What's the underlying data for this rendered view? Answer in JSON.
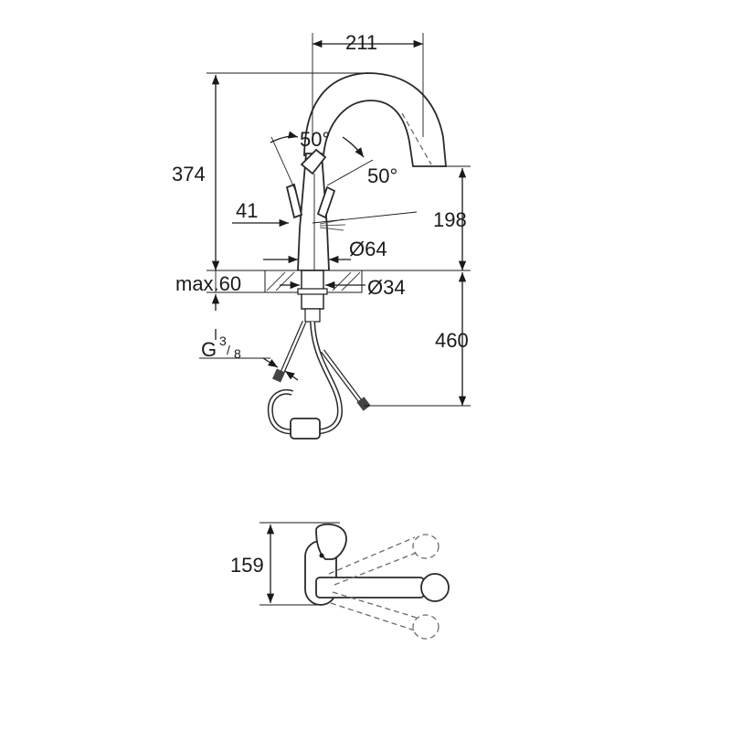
{
  "dimensions": {
    "spout_reach": "211",
    "total_height": "374",
    "spout_height": "198",
    "lever_offset": "41",
    "base_diameter": "Ø64",
    "max_counter_thickness": "max.60",
    "hole_diameter": "Ø34",
    "hose_length": "460",
    "connection_thread": "G",
    "connection_thread_num": "3",
    "connection_thread_den": "8",
    "lever_angle_left": "50°",
    "lever_angle_right": "50°",
    "top_view_depth": "159"
  }
}
